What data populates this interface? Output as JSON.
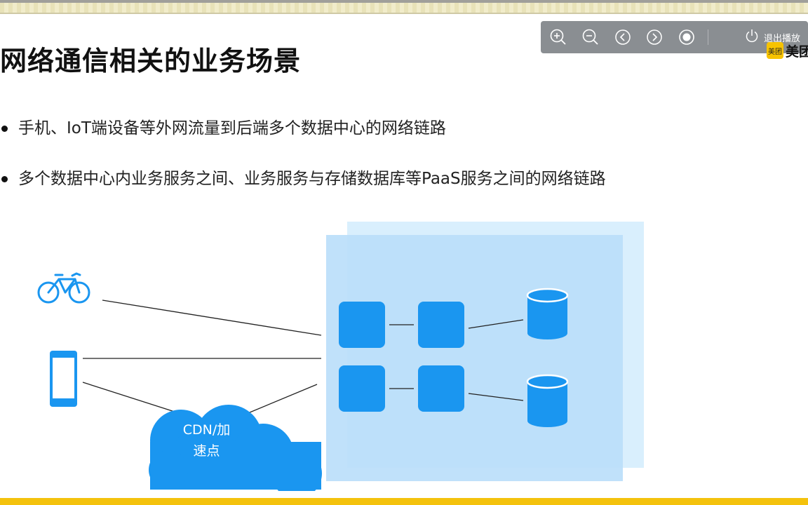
{
  "slide": {
    "title": "网络通信相关的业务场景",
    "bullets": [
      "手机、IoT端设备等外网流量到后端多个数据中心的网络链路",
      "多个数据中心内业务服务之间、业务服务与存储数据库等PaaS服务之间的网络链路"
    ]
  },
  "toolbar": {
    "zoom_in_icon": "zoom-in-icon",
    "zoom_out_icon": "zoom-out-icon",
    "prev_icon": "chevron-left-icon",
    "next_icon": "chevron-right-icon",
    "record_icon": "record-icon",
    "exit_icon": "power-icon",
    "exit_label": "退出播放"
  },
  "logo": {
    "badge_text": "美团",
    "text": "美团"
  },
  "diagram": {
    "cloud_label": "CDN/加\n速点",
    "device_icons": [
      "bicycle-icon",
      "phone-icon"
    ],
    "colors": {
      "node": "#1a96f0",
      "datacenter_back": "#d9effd",
      "datacenter_front": "#b9def9",
      "line": "#222222"
    }
  },
  "theme": {
    "accent_bar": "#f4c20d"
  }
}
